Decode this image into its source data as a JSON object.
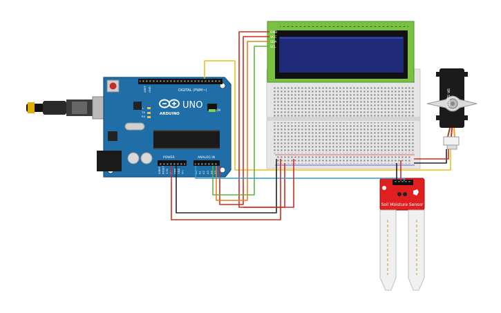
{
  "arduino": {
    "brand": "ARDUINO",
    "model": "UNO",
    "digital_label": "DIGITAL (PWM~)",
    "power_label": "POWER",
    "analog_label": "ANALOG IN",
    "on_label": "ON",
    "tx_label": "TX",
    "rx_label": "RX",
    "l_label": "L",
    "aref_label": "AREF",
    "gnd_label": "GND",
    "power_pins": [
      "IOREF",
      "RESET",
      "3.3V",
      "5V",
      "GND",
      "GND",
      "Vin"
    ],
    "analog_pins": [
      "A0",
      "A1",
      "A2",
      "A3",
      "A4",
      "A5"
    ]
  },
  "lcd": {
    "pins": [
      "GND",
      "VCC",
      "SDA",
      "SCL"
    ]
  },
  "servo": {
    "label": "SM-S2309S"
  },
  "soil_sensor": {
    "label": "Soil Moisture Sensor"
  },
  "colors": {
    "board_blue": "#1f6ea8",
    "breadboard": "#e6e6e6",
    "lcd_green": "#7ac142",
    "lcd_screen": "#1e2a78",
    "sensor_red": "#e02020",
    "wire_red": "#d42a1a",
    "wire_black": "#222222",
    "wire_yellow": "#e9c21a",
    "wire_orange": "#e4801b",
    "wire_green": "#5db53a",
    "wire_blue": "#2a9fd6"
  }
}
